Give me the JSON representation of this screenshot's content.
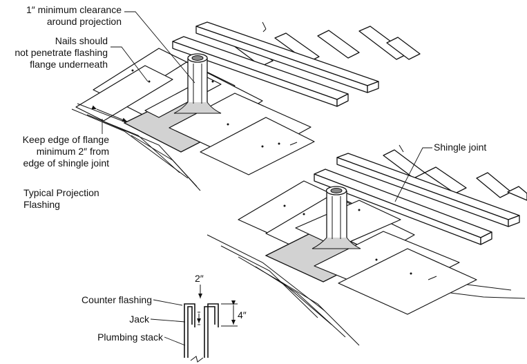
{
  "labels": {
    "clearance": [
      "1″ minimum clearance",
      "around projection"
    ],
    "nails": [
      "Nails should",
      "not penetrate flashing",
      "flange underneath"
    ],
    "keep_edge": [
      "Keep edge of flange",
      "minimum 2″ from",
      "edge of shingle joint"
    ],
    "caption": [
      "Typical Projection",
      "Flashing"
    ],
    "shingle_joint": "Shingle joint",
    "dim_2in": "2″",
    "dim_4in": "4″",
    "counter_flashing": "Counter flashing",
    "jack": "Jack",
    "plumbing_stack": "Plumbing stack"
  }
}
